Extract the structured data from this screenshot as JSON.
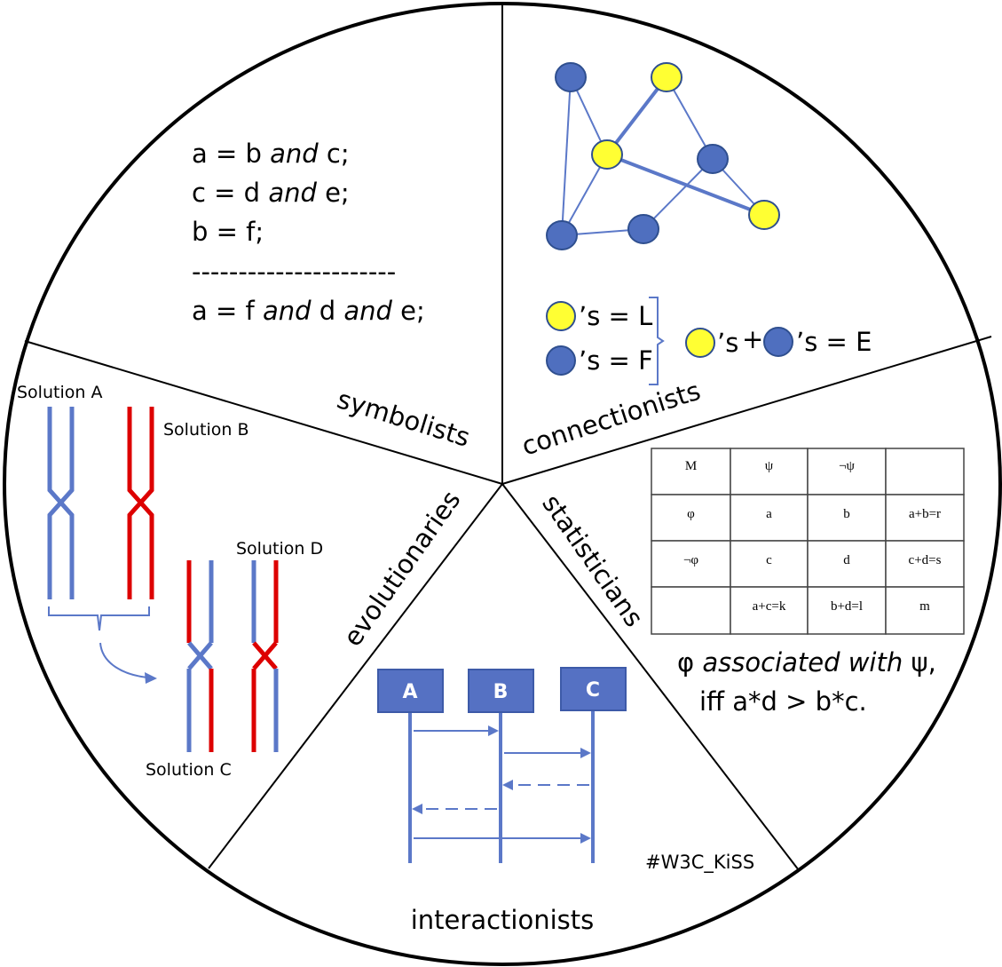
{
  "segments": {
    "symbolists": {
      "label": "symbolists",
      "lines": [
        {
          "parts": [
            {
              "t": "a = b ",
              "i": false
            },
            {
              "t": "and",
              "i": true
            },
            {
              "t": " c;",
              "i": false
            }
          ]
        },
        {
          "parts": [
            {
              "t": "c = d ",
              "i": false
            },
            {
              "t": "and",
              "i": true
            },
            {
              "t": " e;",
              "i": false
            }
          ]
        },
        {
          "parts": [
            {
              "t": "b = f;",
              "i": false
            }
          ]
        },
        {
          "parts": [
            {
              "t": "----------------------",
              "i": false
            }
          ]
        },
        {
          "parts": [
            {
              "t": "a = f ",
              "i": false
            },
            {
              "t": "and",
              "i": true
            },
            {
              "t": " d ",
              "i": false
            },
            {
              "t": "and",
              "i": true
            },
            {
              "t": " e;",
              "i": false
            }
          ]
        }
      ]
    },
    "connectionists": {
      "label": "connectionists",
      "legend": {
        "yellow_eq": "’s = L",
        "blue_eq": "’s = F",
        "sum_yellow": "’s",
        "plus": "+",
        "sum_blue_eq": "’s = E"
      },
      "graph": {
        "nodes": [
          {
            "id": "n1",
            "color": "blue"
          },
          {
            "id": "n2",
            "color": "yellow"
          },
          {
            "id": "n3",
            "color": "yellow"
          },
          {
            "id": "n4",
            "color": "blue"
          },
          {
            "id": "n5",
            "color": "yellow"
          },
          {
            "id": "n6",
            "color": "blue"
          },
          {
            "id": "n7",
            "color": "blue"
          }
        ],
        "edges": [
          {
            "from": "n1",
            "to": "n3",
            "weight": "thin"
          },
          {
            "from": "n1",
            "to": "n6",
            "weight": "thin"
          },
          {
            "from": "n2",
            "to": "n3",
            "weight": "thick"
          },
          {
            "from": "n2",
            "to": "n4",
            "weight": "thin"
          },
          {
            "from": "n3",
            "to": "n5",
            "weight": "thick"
          },
          {
            "from": "n3",
            "to": "n6",
            "weight": "thin"
          },
          {
            "from": "n4",
            "to": "n5",
            "weight": "thin"
          },
          {
            "from": "n4",
            "to": "n7",
            "weight": "thin"
          },
          {
            "from": "n6",
            "to": "n7",
            "weight": "thin"
          }
        ]
      }
    },
    "statisticians": {
      "label": "statisticians",
      "table": [
        [
          "M",
          "ψ",
          "¬ψ",
          ""
        ],
        [
          "φ",
          "a",
          "b",
          "a+b=r"
        ],
        [
          "¬φ",
          "c",
          "d",
          "c+d=s"
        ],
        [
          "",
          "a+c=k",
          "b+d=l",
          "m"
        ]
      ],
      "statement_line1_sym": "φ ",
      "statement_line1_italic": "associated with",
      "statement_line1_end": " ψ,",
      "statement_line2": "iff a*d > b*c."
    },
    "interactionists": {
      "label": "interactionists",
      "actors": [
        "A",
        "B",
        "C"
      ],
      "messages": [
        {
          "from": "A",
          "to": "B",
          "style": "solid"
        },
        {
          "from": "B",
          "to": "C",
          "style": "solid"
        },
        {
          "from": "C",
          "to": "B",
          "style": "dashed"
        },
        {
          "from": "B",
          "to": "A",
          "style": "dashed"
        },
        {
          "from": "A",
          "to": "C",
          "style": "solid"
        }
      ],
      "hashtag": "#W3C_KiSS"
    },
    "evolutionaries": {
      "label": "evolutionaries",
      "solutions": {
        "a": "Solution A",
        "b": "Solution B",
        "c": "Solution C",
        "d": "Solution D"
      }
    }
  },
  "colors": {
    "blue": "#4f6fbf",
    "blue_line": "#5b78c8",
    "yellow": "#ffff33",
    "red": "#dd0000",
    "node_stroke": "#2f4f8f"
  }
}
